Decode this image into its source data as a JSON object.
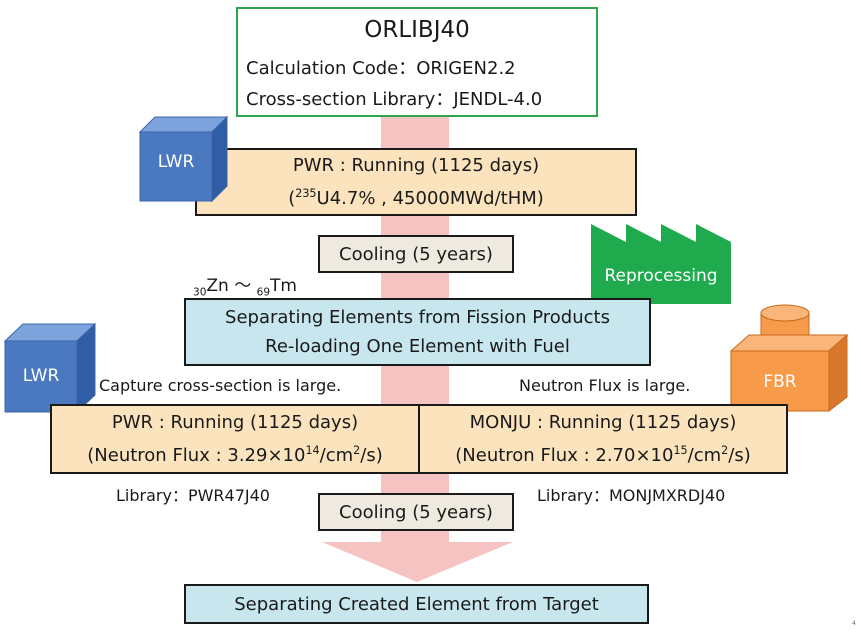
{
  "header": {
    "title": "ORLIBJ40",
    "code_line": "Calculation Code：ORIGEN2.2",
    "library_line": "Cross-section Library：JENDL-4.0"
  },
  "stage1": {
    "reactor_label": "LWR",
    "line1": "PWR : Running (1125 days)",
    "line2_pre": "(",
    "line2_sup": "235",
    "line2_post": "U4.7% , 45000MWd/tHM)"
  },
  "cooling1": "Cooling (5 years)",
  "element_range": {
    "zn_sub": "30",
    "zn": "Zn",
    "tilde": "〜",
    "tm_sub": "69",
    "tm": "Tm"
  },
  "reprocessing": "Reprocessing",
  "separating": {
    "line1": "Separating  Elements from Fission Products",
    "line2": "Re-loading One Element with Fuel"
  },
  "left_branch": {
    "reactor_label": "LWR",
    "note": "Capture cross-section is large.",
    "line1": "PWR : Running (1125 days)",
    "line2_pre": "(Neutron Flux : 3.29×10",
    "line2_sup1": "14",
    "line2_mid": "/cm",
    "line2_sup2": "2",
    "line2_post": "/s)",
    "library": "Library：PWR47J40"
  },
  "right_branch": {
    "reactor_label": "FBR",
    "note": "Neutron Flux is large.",
    "line1": "MONJU : Running (1125 days)",
    "line2_pre": "(Neutron Flux : 2.70×10",
    "line2_sup1": "15",
    "line2_mid": "/cm",
    "line2_sup2": "2",
    "line2_post": "/s)",
    "library": "Library：MONJMXRDJ40"
  },
  "cooling2": "Cooling (5 years)",
  "final": "Separating  Created Element from Target",
  "colors": {
    "arrow": "#f6c3c3",
    "peach": "#fbe3bd",
    "blue_box": "#c7e6ee",
    "lwr_cube": "#4a79c0",
    "fbr_orange": "#f79a4a",
    "factory_green": "#1faa4d",
    "header_border": "#2ea44f"
  },
  "page_number": "4"
}
